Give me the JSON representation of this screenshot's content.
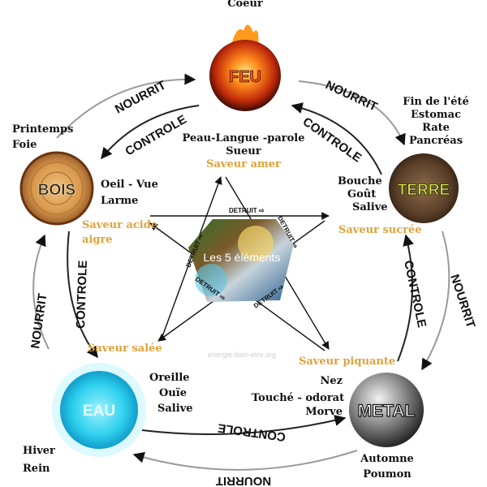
{
  "center": {
    "label": "Les 5 éléments",
    "watermark": "energie-bien-etre.org"
  },
  "elements": {
    "feu": {
      "label": "FEU",
      "organ": "Coeur",
      "lines": [
        "Peau-Langue -parole",
        "Sueur"
      ],
      "saveur": "Saveur amer"
    },
    "terre": {
      "label": "TERRE",
      "season_lines": [
        "Fin de l'été",
        "Estomac",
        "Rate",
        "Pancréas"
      ],
      "lines": [
        "Bouche",
        "Goût",
        "Salive"
      ],
      "saveur": "Saveur  sucrée"
    },
    "metal": {
      "label": "METAL",
      "season": "Automne",
      "organ": "Poumon",
      "lines": [
        "Nez",
        "Touché - odorat",
        "Morve"
      ],
      "saveur": "Saveur piquante"
    },
    "eau": {
      "label": "EAU",
      "season": "Hiver",
      "organ": "Rein",
      "lines": [
        "Oreille",
        "Ouïe",
        "Salive"
      ],
      "saveur": "Saveur salée"
    },
    "bois": {
      "label": "BOIS",
      "season": "Printemps",
      "organ": "Foie",
      "lines": [
        "Oeil - Vue",
        "Larme"
      ],
      "saveur_lines": [
        "Saveur acide",
        "aigre"
      ]
    }
  },
  "relations": {
    "nourrit": "NOURRIT",
    "controle": "CONTROLE",
    "detruit": "DETRUIT ⇨"
  },
  "colors": {
    "saveur": "#e0a23a",
    "arrow": "#111111",
    "outer_arc": "#9a9a9a"
  }
}
